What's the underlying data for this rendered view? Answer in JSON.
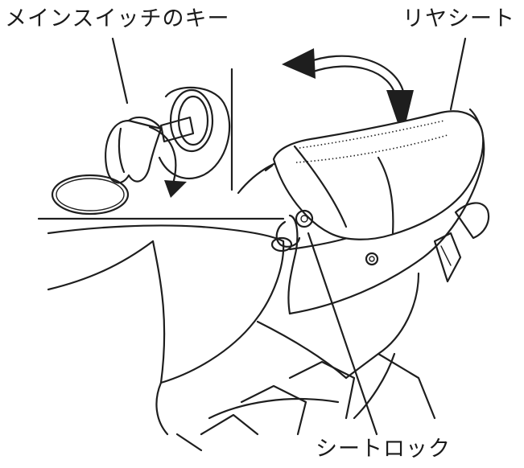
{
  "labels": {
    "main_switch_key": "メインスイッチのキー",
    "rear_seat": "リヤシート",
    "seat_lock": "シートロック"
  },
  "colors": {
    "line": "#1e1e1e",
    "background": "#ffffff"
  },
  "icons": {
    "rotation_arrow": "curved-arrow-icon"
  }
}
